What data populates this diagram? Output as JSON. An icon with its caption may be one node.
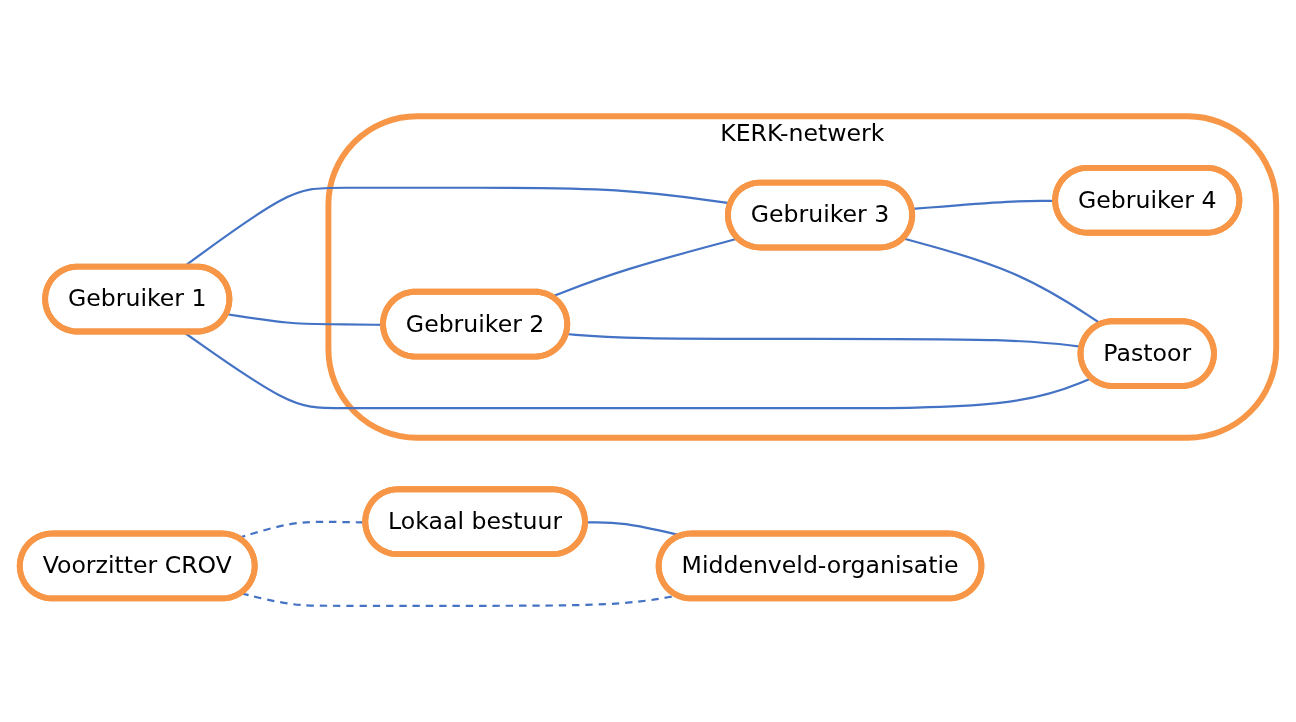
{
  "diagram": {
    "nodes": [
      {
        "text": [
          "KERK-netwerk"
        ]
      },
      {
        "text": [
          "Gebruiker 1"
        ]
      },
      {
        "text": [
          "Gebruiker 2"
        ],
        "in": 0
      },
      {
        "text": [
          "Gebruiker 3"
        ],
        "in": 0
      },
      {
        "text": [
          "Gebruiker 4"
        ],
        "in": 0
      },
      {
        "text": [
          "Pastoor"
        ],
        "in": 0
      },
      {
        "text": [
          "Voorzitter CROV"
        ]
      },
      {
        "text": [
          "Lokaal bestuur"
        ]
      },
      {
        "text": [
          "Middenveld-organisatie"
        ]
      }
    ],
    "edges": [
      {
        "from": 1,
        "to": 2,
        "arrow": "none"
      },
      {
        "from": 2,
        "to": 3,
        "arrow": "none"
      },
      {
        "from": 1,
        "to": 3,
        "arrow": "none"
      },
      {
        "from": 3,
        "to": 4,
        "arrow": "none"
      },
      {
        "from": 1,
        "to": 5,
        "arrow": "none"
      },
      {
        "from": 2,
        "to": 5,
        "arrow": "none"
      },
      {
        "from": 3,
        "to": 5,
        "arrow": "none"
      },
      {
        "from": 6,
        "to": 7,
        "arrow": "none",
        "style": "dashed"
      },
      {
        "from": 6,
        "to": 8,
        "arrow": "none",
        "style": "dashed"
      },
      {
        "from": 7,
        "to": 8,
        "arrow": "none"
      }
    ]
  }
}
